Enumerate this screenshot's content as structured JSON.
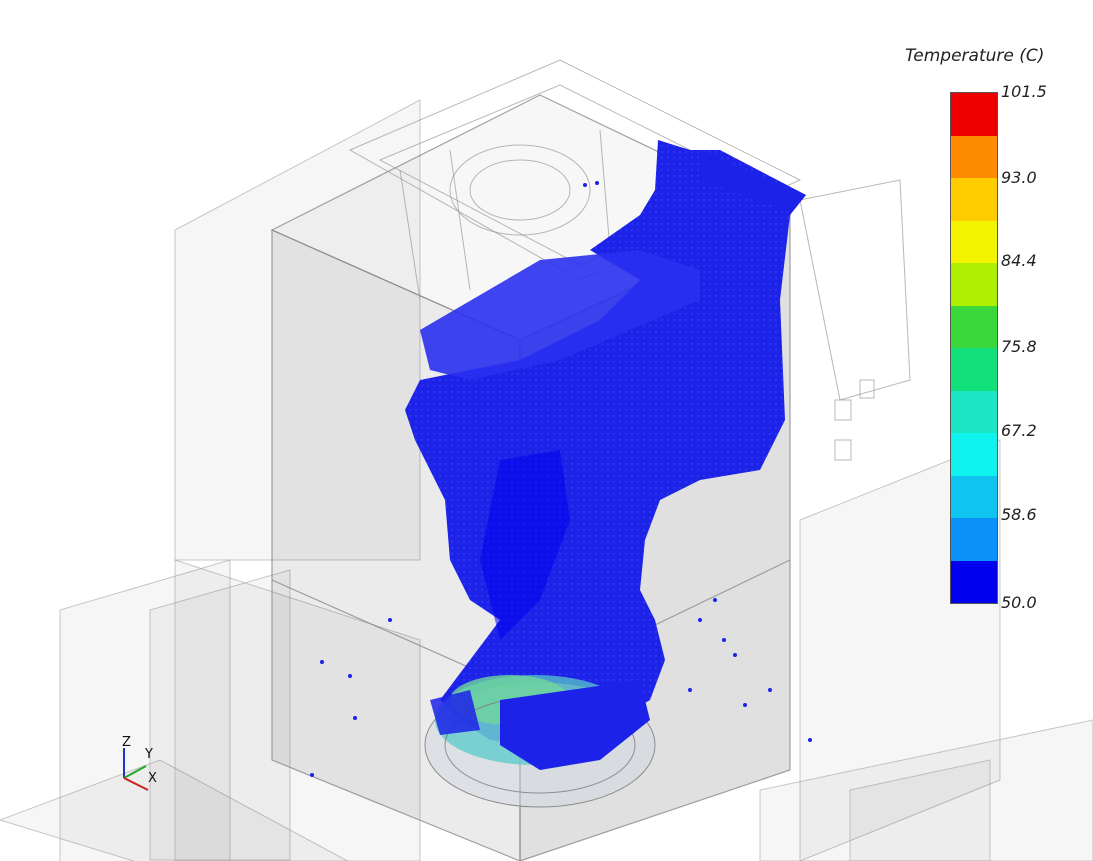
{
  "legend": {
    "title": "Temperature (C)",
    "ticks": [
      "101.5",
      "93.0",
      "84.4",
      "75.8",
      "67.2",
      "58.6",
      "50.0"
    ],
    "bands": [
      "#ee0000",
      "#ff8c00",
      "#ffcc00",
      "#f4f400",
      "#aef000",
      "#3ad83a",
      "#12e07a",
      "#1de6c4",
      "#10f2ee",
      "#10c4f0",
      "#0a92f8",
      "#0000ee"
    ]
  },
  "axes": {
    "z": "Z",
    "y": "Y",
    "x": "X"
  },
  "colors": {
    "particle_blue": "#1c22e8",
    "pool_green": "#6fd6a0",
    "pool_cyan": "#4fc8d8",
    "wall_gray": "#8a8a8a"
  }
}
